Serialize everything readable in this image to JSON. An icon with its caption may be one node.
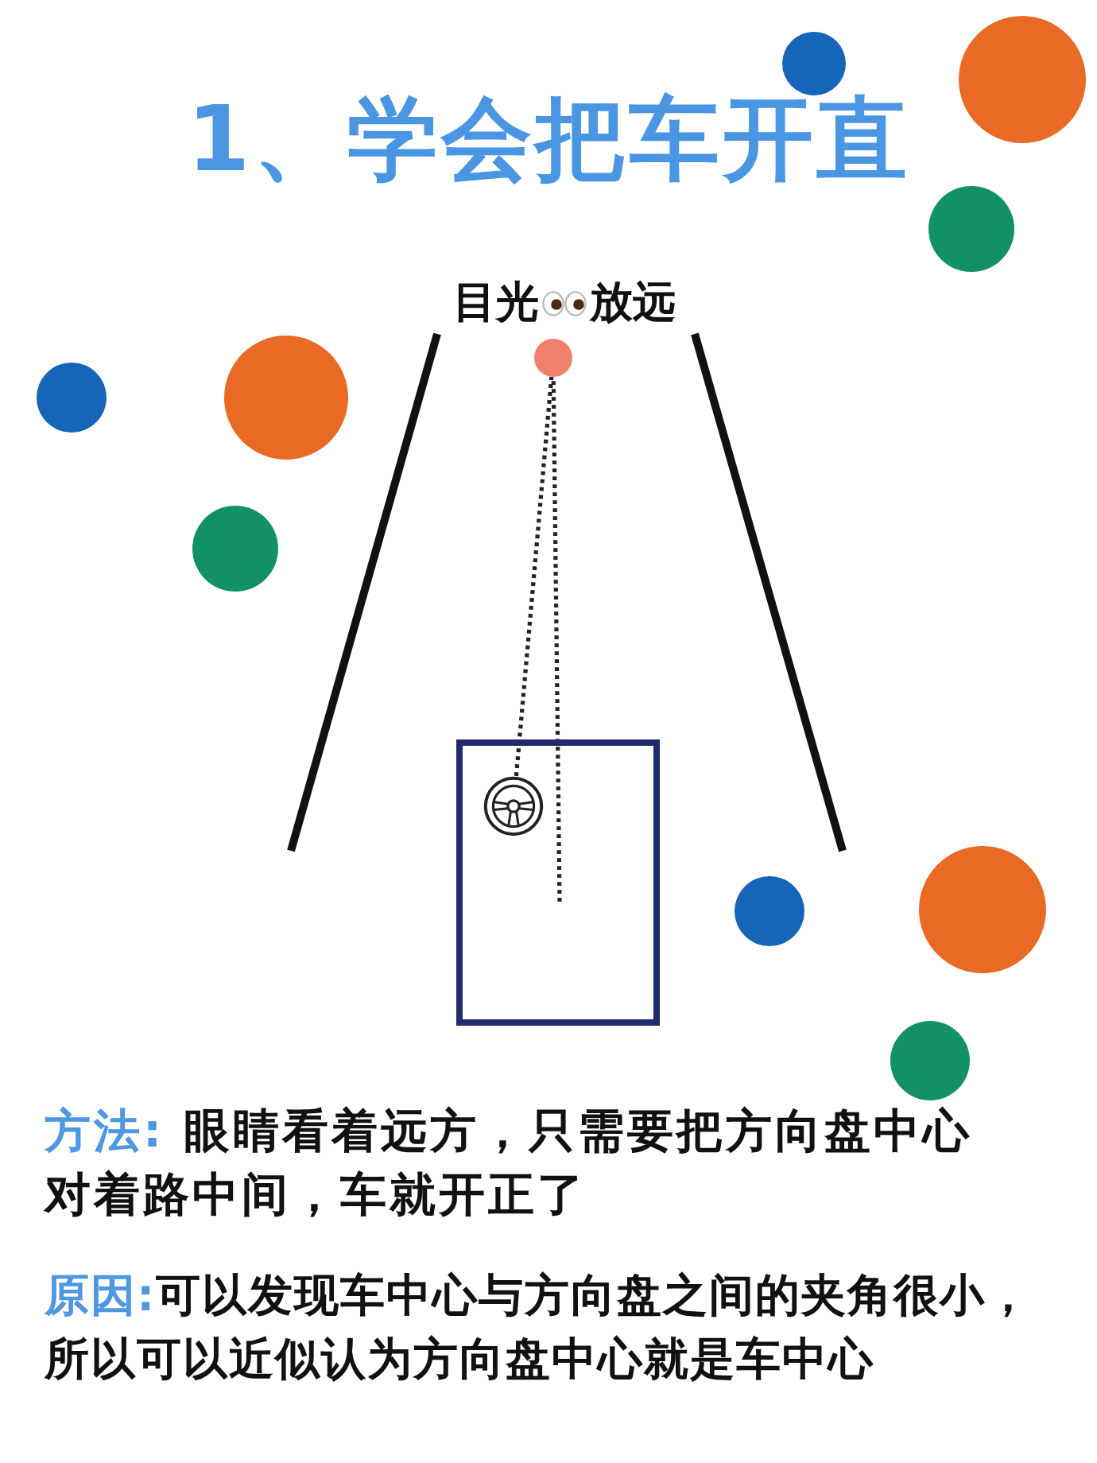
{
  "diagram": {
    "title": "1、学会把车开直",
    "nodes": [
      {
        "text": [],
        "shape": "circle"
      },
      {
        "text": [],
        "shape": "box"
      },
      {
        "text": [],
        "shape": "picture",
        "in": 1
      }
    ],
    "edges": [
      {
        "from": 2,
        "to": 0,
        "arrow": "none",
        "style": "dashed"
      },
      {
        "from": null,
        "to": 0,
        "arrow": "none",
        "style": "dashed"
      }
    ],
    "labels": [
      "目光",
      "放远",
      "**方法:** 眼睛看着远方，只需要把方向盘中心对着路中间，车就开正了",
      "**原因:**可以发现车中心与方向盘之间的夹角很小，所以可以近似认为方向盘中心就是车中心"
    ]
  }
}
